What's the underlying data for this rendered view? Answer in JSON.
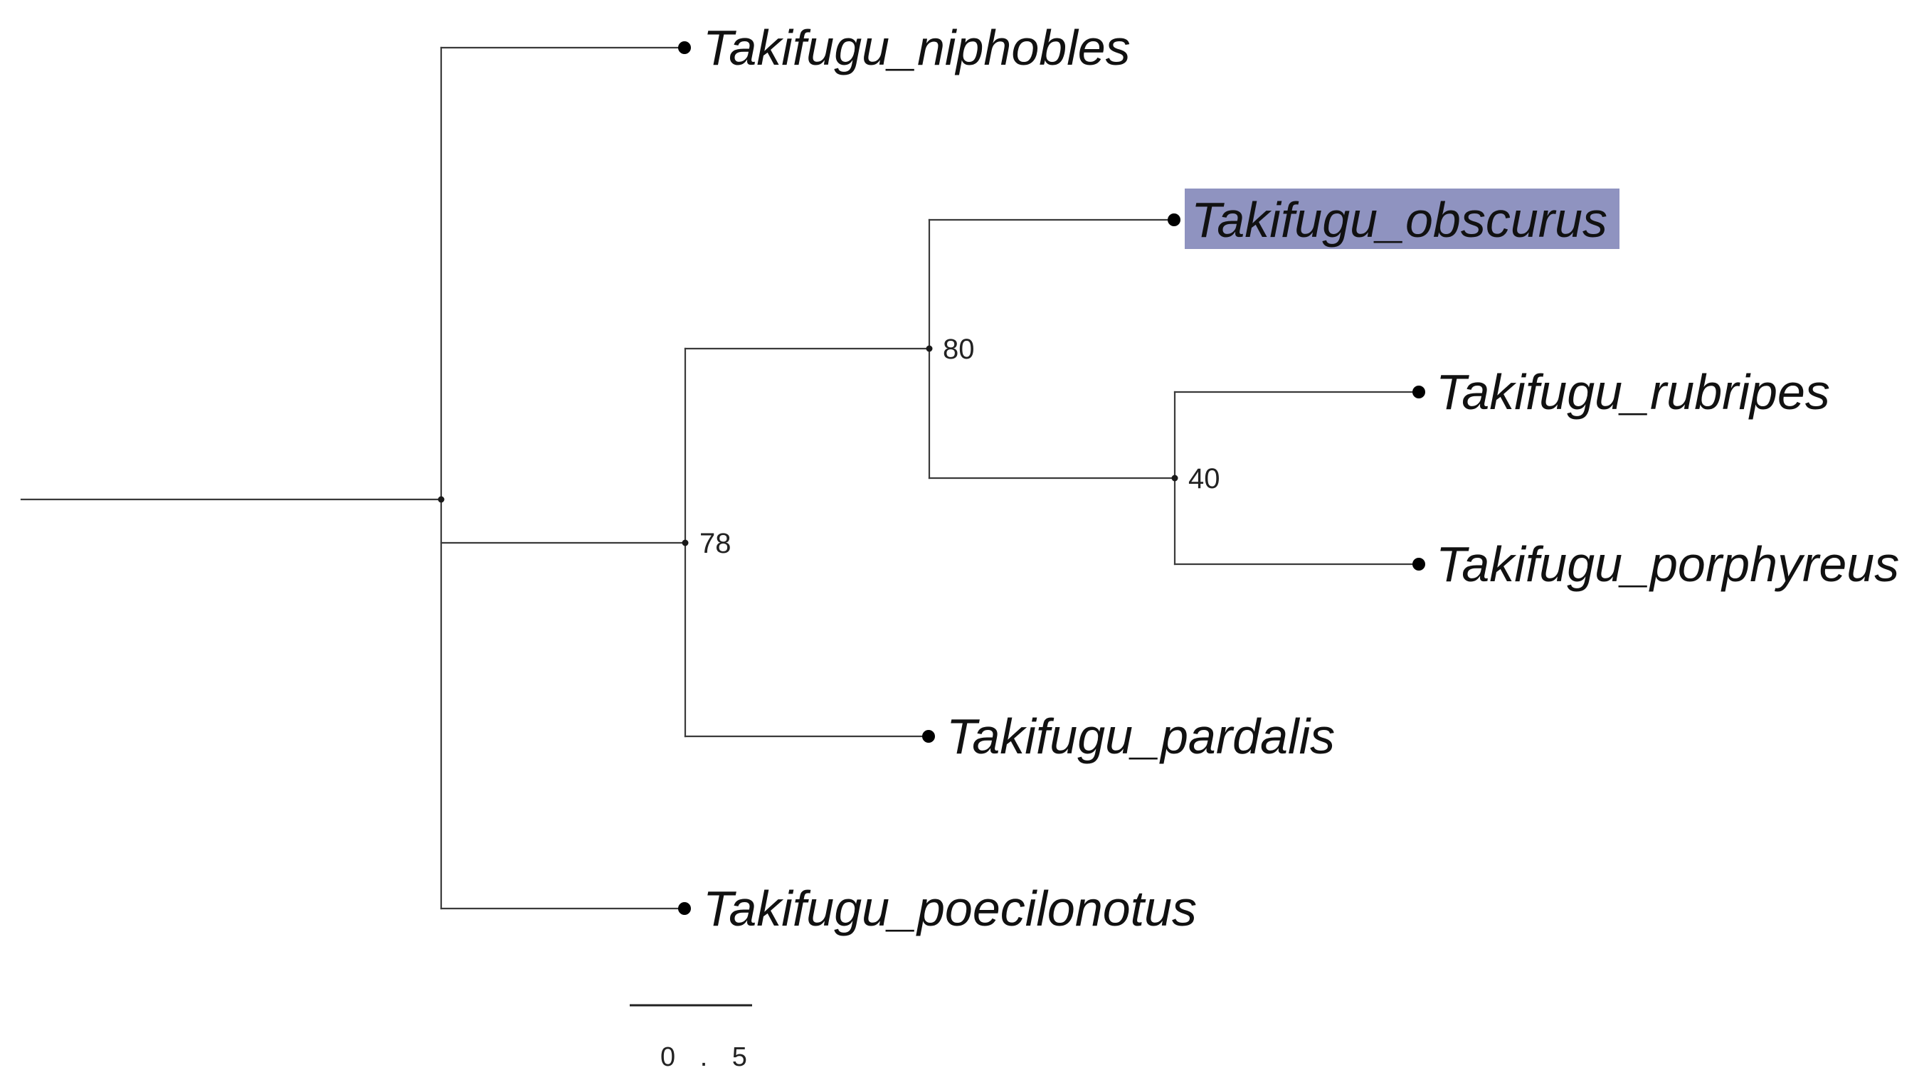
{
  "tree": {
    "tips": [
      {
        "id": "niphobles",
        "label": "Takifugu_niphobles",
        "highlighted": false
      },
      {
        "id": "obscurus",
        "label": "Takifugu_obscurus",
        "highlighted": true
      },
      {
        "id": "rubripes",
        "label": "Takifugu_rubripes",
        "highlighted": false
      },
      {
        "id": "porphyreus",
        "label": "Takifugu_porphyreus",
        "highlighted": false
      },
      {
        "id": "pardalis",
        "label": "Takifugu_pardalis",
        "highlighted": false
      },
      {
        "id": "poecilonotus",
        "label": "Takifugu_poecilonotus",
        "highlighted": false
      }
    ],
    "support_values": {
      "node_78": "78",
      "node_80": "80",
      "node_40": "40"
    },
    "scale_bar": {
      "label": "0 . 5",
      "length": 0.5
    },
    "colors": {
      "branch": "#3a3a3a",
      "highlight": "#8f93c0",
      "text": "#111111"
    }
  }
}
